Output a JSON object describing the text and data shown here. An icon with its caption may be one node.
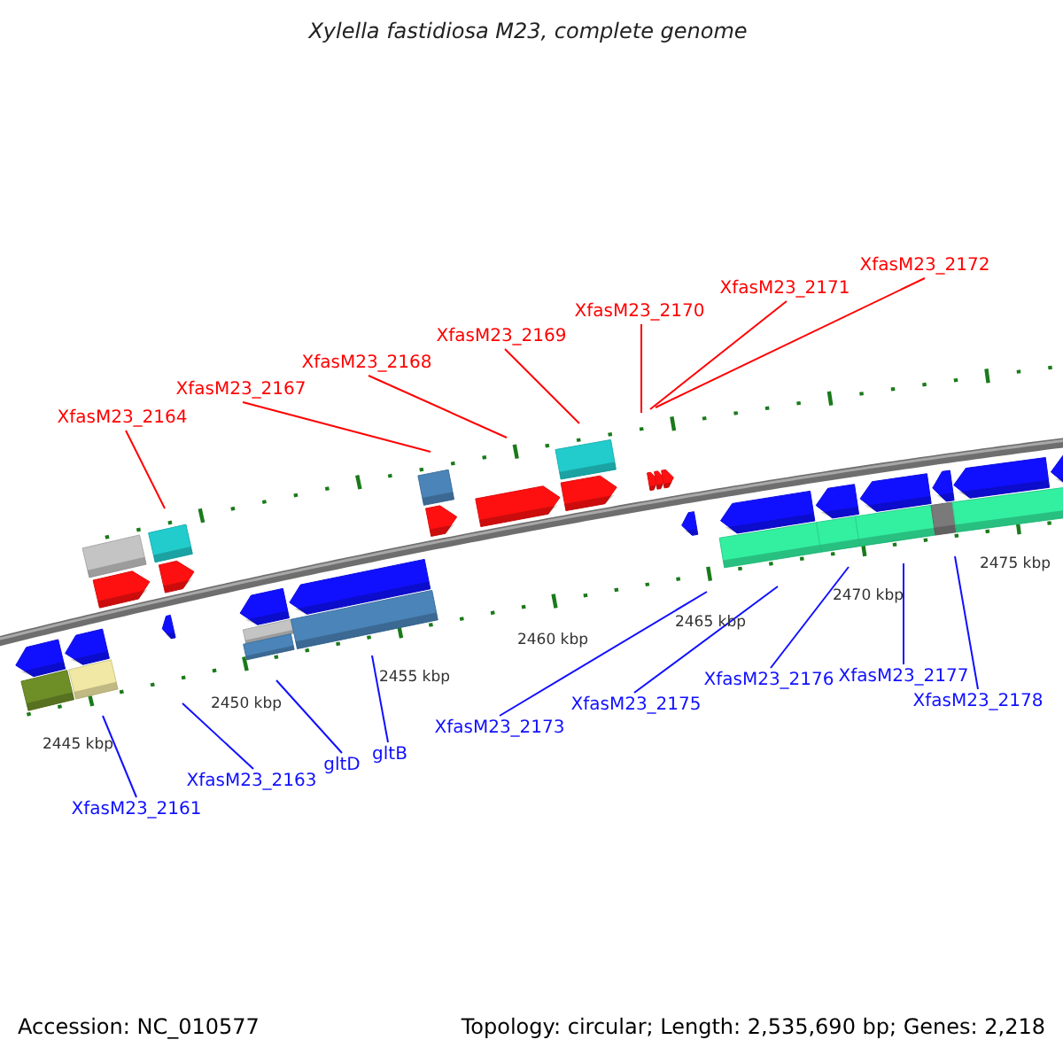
{
  "diagram": {
    "title": "Xylella fastidiosa M23, complete genome",
    "nodes": [
      {
        "text": [
          "XfasM23_2164"
        ]
      },
      {
        "text": [
          "XfasM23_2167"
        ]
      },
      {
        "text": [
          "XfasM23_2168"
        ]
      },
      {
        "text": [
          "XfasM23_2169"
        ]
      },
      {
        "text": [
          "XfasM23_2170"
        ]
      },
      {
        "text": [
          "XfasM23_2171"
        ]
      },
      {
        "text": [
          "XfasM23_2172"
        ]
      },
      {
        "text": [
          "XfasM23_2161"
        ]
      },
      {
        "text": [
          "XfasM23_2163"
        ]
      },
      {
        "text": [
          "gltD"
        ]
      },
      {
        "text": [
          "gltB"
        ]
      },
      {
        "text": [
          "XfasM23_2173"
        ]
      },
      {
        "text": [
          "XfasM23_2175"
        ]
      },
      {
        "text": [
          "XfasM23_2176"
        ]
      },
      {
        "text": [
          "XfasM23_2177"
        ]
      },
      {
        "text": [
          "XfasM23_2178"
        ]
      }
    ],
    "edges": [
      {
        "from": 0,
        "to": null,
        "arrow": "none",
        "color": "#ff0000"
      },
      {
        "from": 1,
        "to": null,
        "arrow": "none",
        "color": "#ff0000"
      },
      {
        "from": 2,
        "to": null,
        "arrow": "none",
        "color": "#ff0000"
      },
      {
        "from": 3,
        "to": null,
        "arrow": "none",
        "color": "#ff0000"
      },
      {
        "from": 4,
        "to": null,
        "arrow": "none",
        "color": "#ff0000"
      },
      {
        "from": 5,
        "to": null,
        "arrow": "none",
        "color": "#ff0000"
      },
      {
        "from": 6,
        "to": null,
        "arrow": "none",
        "color": "#ff0000"
      },
      {
        "from": 7,
        "to": null,
        "arrow": "none"
      },
      {
        "from": 8,
        "to": null,
        "arrow": "none"
      },
      {
        "from": 9,
        "to": null,
        "arrow": "none"
      },
      {
        "from": 10,
        "to": null,
        "arrow": "none"
      },
      {
        "from": 11,
        "to": null,
        "arrow": "none"
      },
      {
        "from": 12,
        "to": null,
        "arrow": "none"
      },
      {
        "from": 13,
        "to": null,
        "arrow": "none"
      },
      {
        "from": 14,
        "to": null,
        "arrow": "none"
      },
      {
        "from": 15,
        "to": null,
        "arrow": "none"
      }
    ],
    "labels": [
      "2445 kbp",
      "2450 kbp",
      "2455 kbp",
      "2460 kbp",
      "2465 kbp",
      "2470 kbp",
      "2475 kbp",
      "Accession: NC_010577",
      "Topology: circular; Length: 2,535,690 bp; Genes: 2,218"
    ]
  }
}
